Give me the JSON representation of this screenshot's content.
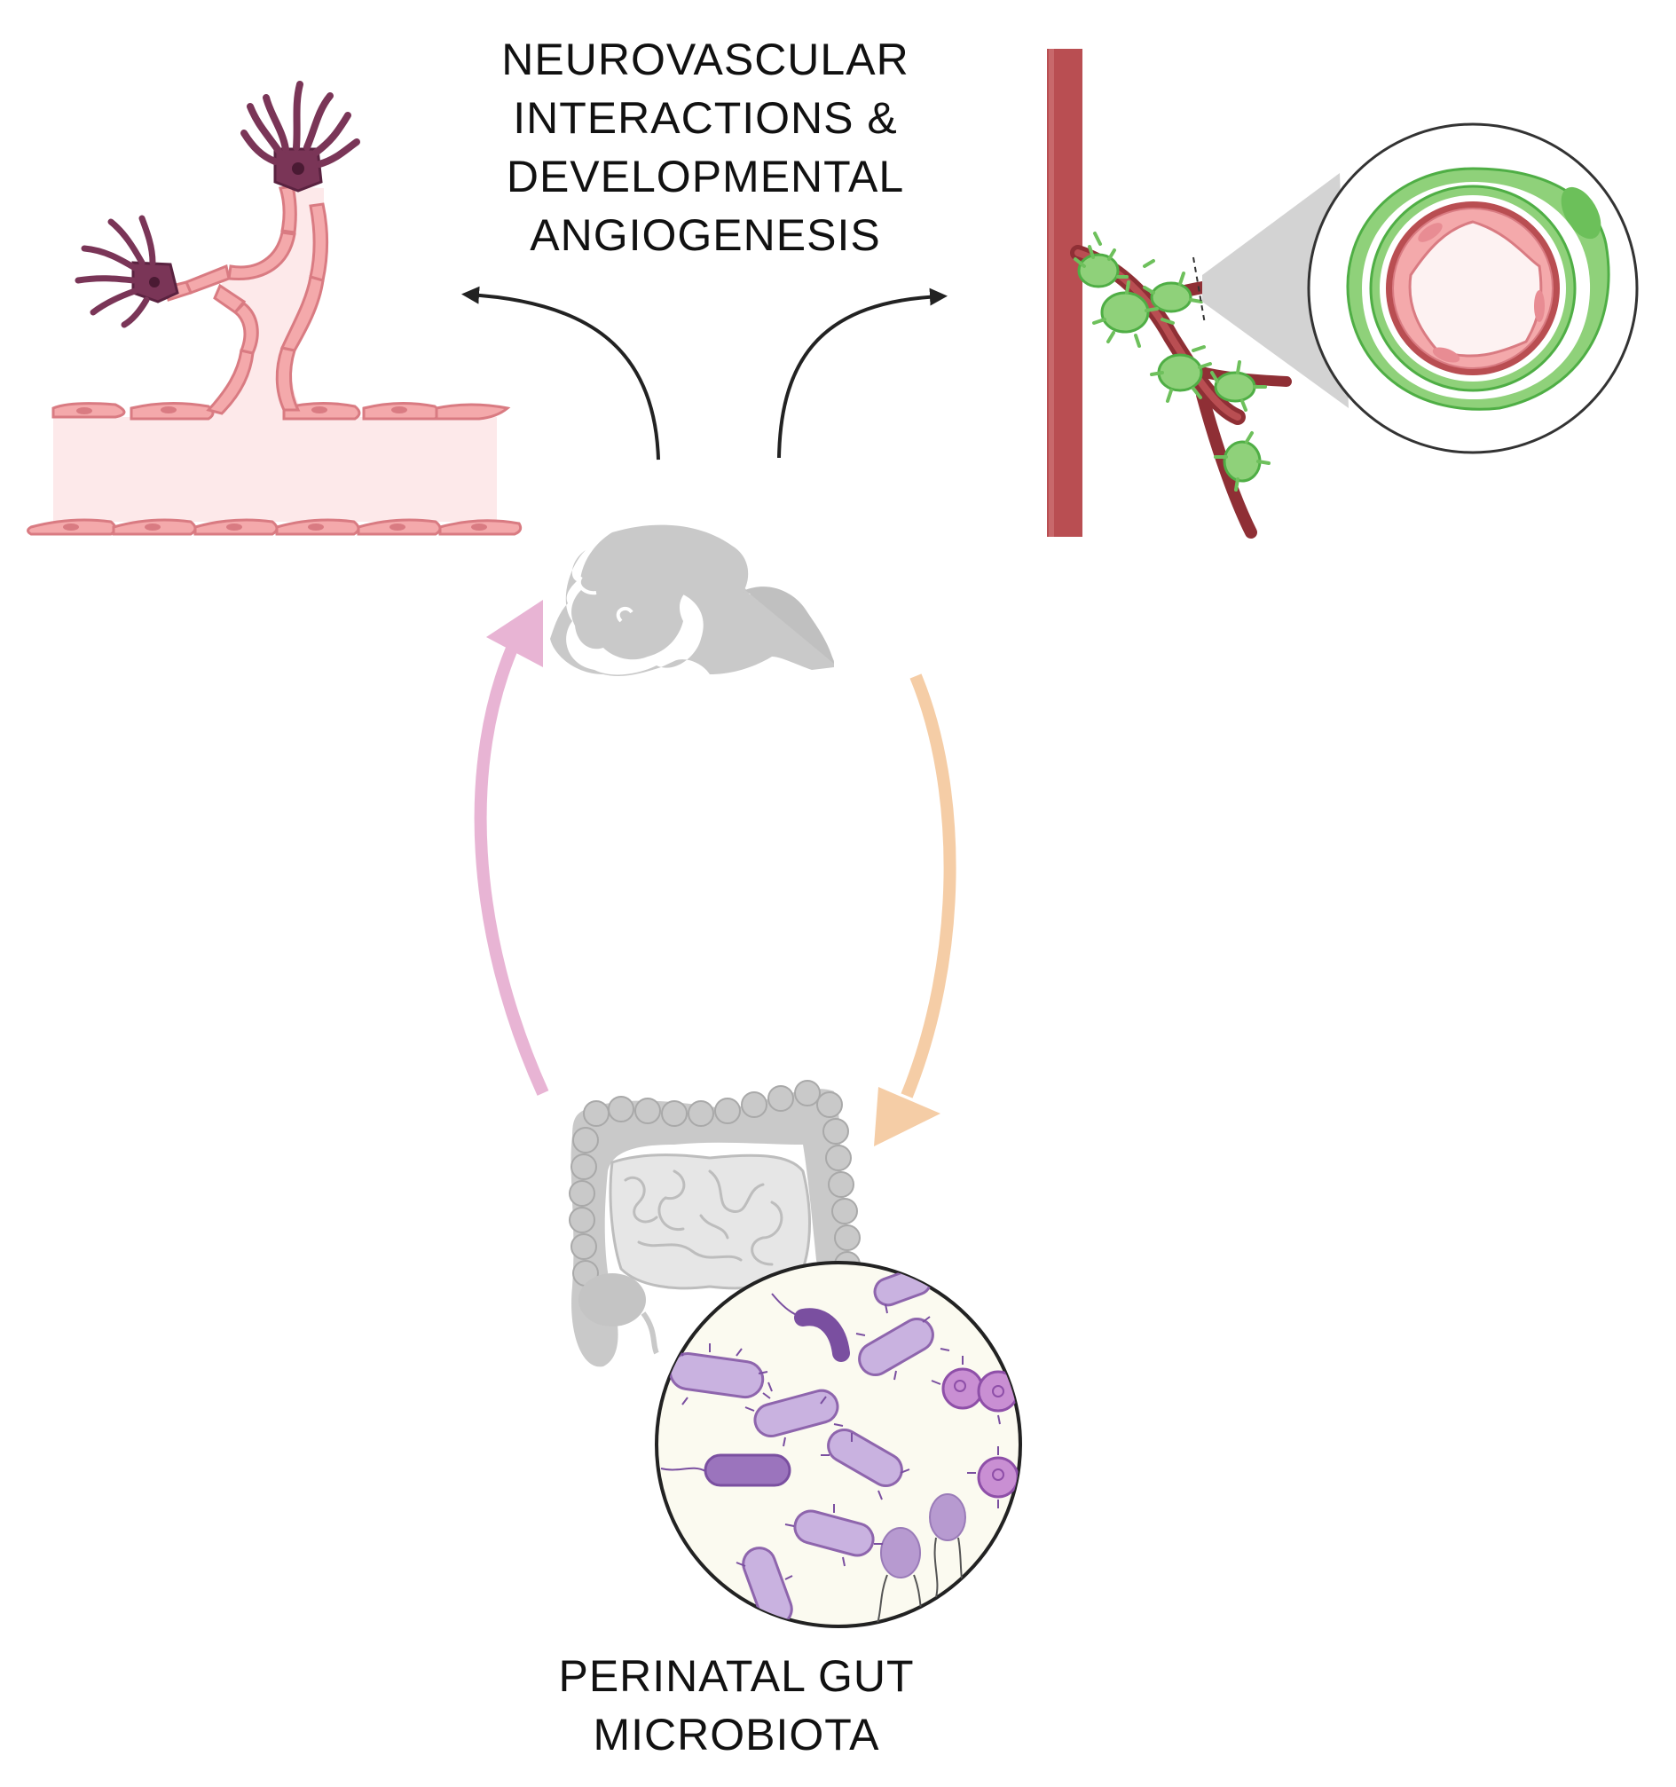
{
  "labels": {
    "top": [
      "NEUROVASCULAR",
      "INTERACTIONS &",
      "DEVELOPMENTAL",
      "ANGIOGENESIS"
    ],
    "bottom": [
      "PERINATAL GUT",
      "MICROBIOTA"
    ]
  },
  "colors": {
    "endothelial_pink": "#f4a9ab",
    "endothelial_outline": "#d97b82",
    "lumen": "#fde9ea",
    "tip_cell": "#7a3557",
    "vessel_red": "#b94e52",
    "vessel_dark": "#8f2f35",
    "glia_green": "#8fd17a",
    "glia_outline": "#4fae45",
    "organ_gray": "#c9c9c9",
    "bacteria_purple": "#c9b2e0",
    "bacteria_dark": "#8e65ad",
    "microbe_bg": "#fbfaf0",
    "arrow_black": "#222222",
    "arrow_pink": "#e8b4d4",
    "arrow_peach": "#f5cda6"
  }
}
